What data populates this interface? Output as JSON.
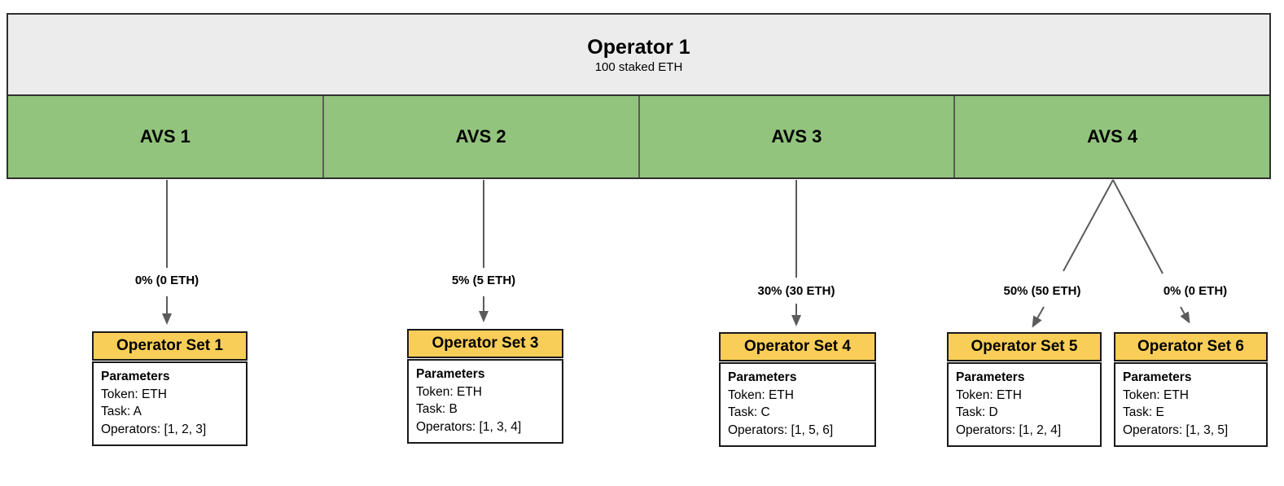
{
  "colors": {
    "green": "#93c47d",
    "yellow": "#f9ce58",
    "gray-bg": "#ececec",
    "border-dark": "#2f2f2f",
    "border-cell": "#5a5a5a",
    "card-border": "#1a1a1a",
    "arrow": "#5b5b5b"
  },
  "operator": {
    "title": "Operator 1",
    "subtitle": "100 staked ETH"
  },
  "avs_list": [
    {
      "label": "AVS 1"
    },
    {
      "label": "AVS 2"
    },
    {
      "label": "AVS 3"
    },
    {
      "label": "AVS 4"
    }
  ],
  "allocations": [
    {
      "label": "0% (0 ETH)"
    },
    {
      "label": "5% (5 ETH)"
    },
    {
      "label": "30% (30 ETH)"
    },
    {
      "label": "50% (50 ETH)"
    },
    {
      "label": "0% (0 ETH)"
    }
  ],
  "operator_sets": [
    {
      "title": "Operator Set 1",
      "params_heading": "Parameters",
      "token": "Token: ETH",
      "task": "Task: A",
      "operators": "Operators: [1, 2, 3]"
    },
    {
      "title": "Operator Set 3",
      "params_heading": "Parameters",
      "token": "Token: ETH",
      "task": "Task: B",
      "operators": "Operators: [1, 3, 4]"
    },
    {
      "title": "Operator Set 4",
      "params_heading": "Parameters",
      "token": "Token: ETH",
      "task": "Task: C",
      "operators": "Operators: [1, 5, 6]"
    },
    {
      "title": "Operator Set 5",
      "params_heading": "Parameters",
      "token": "Token: ETH",
      "task": "Task: D",
      "operators": "Operators: [1, 2, 4]"
    },
    {
      "title": "Operator Set 6",
      "params_heading": "Parameters",
      "token": "Token: ETH",
      "task": "Task: E",
      "operators": "Operators: [1, 3, 5]"
    }
  ]
}
